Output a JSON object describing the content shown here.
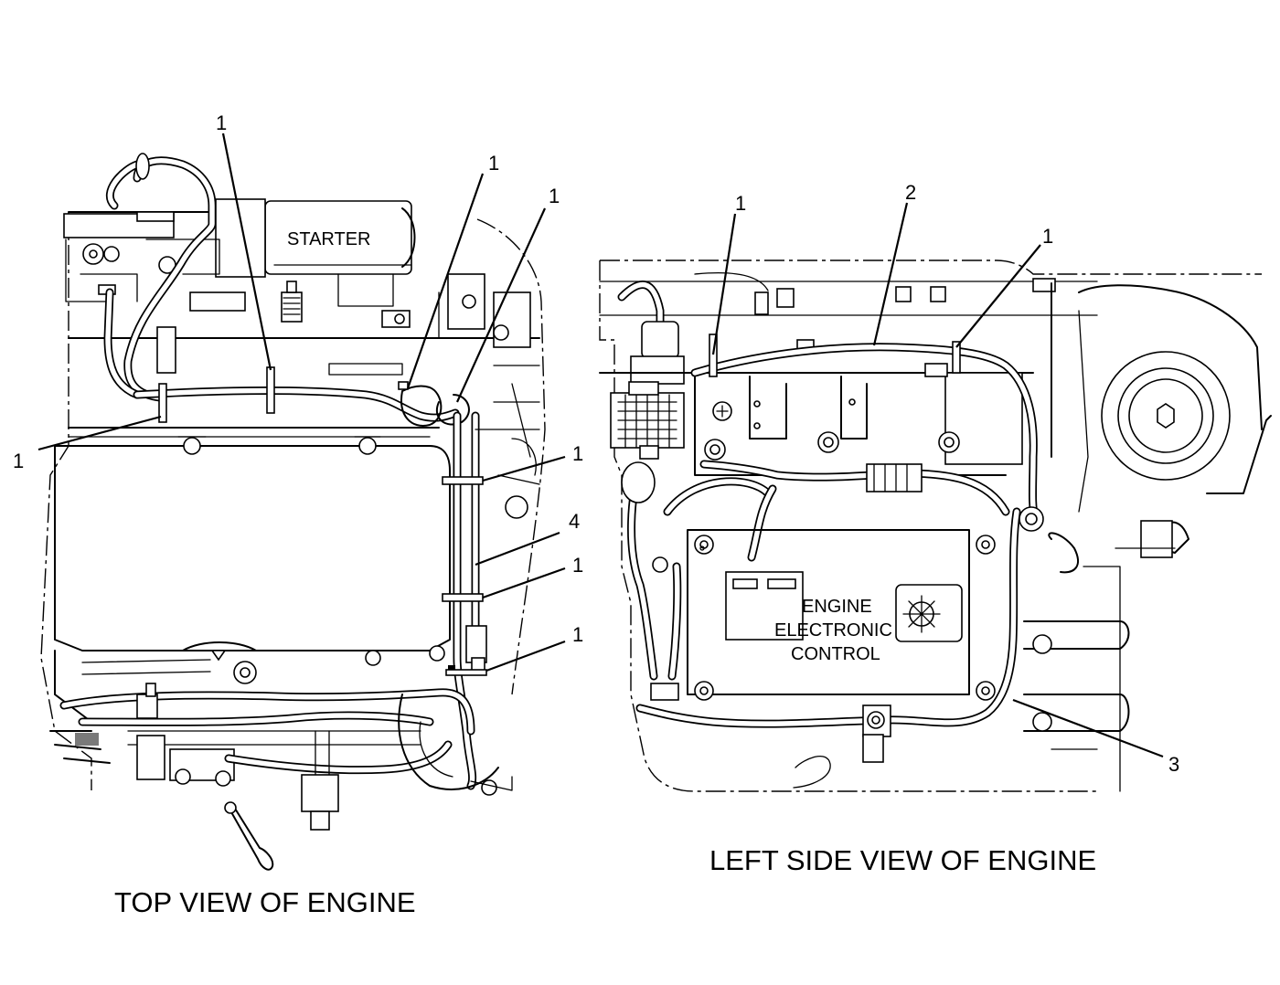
{
  "top_view": {
    "caption": "TOP VIEW OF ENGINE",
    "starter_label": "STARTER",
    "callouts": [
      "1",
      "1",
      "1",
      "1",
      "1",
      "4",
      "1",
      "1"
    ]
  },
  "side_view": {
    "caption": "LEFT SIDE VIEW OF ENGINE",
    "ecm_label_line1": "ENGINE",
    "ecm_label_line2": "ELECTRONIC",
    "ecm_label_line3": "CONTROL",
    "callouts": [
      "1",
      "2",
      "1",
      "3"
    ]
  }
}
